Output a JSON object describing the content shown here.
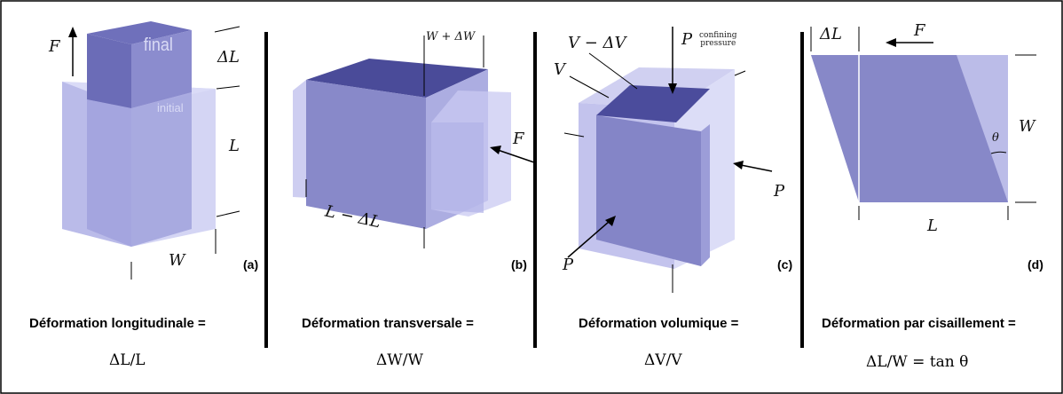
{
  "panels": [
    {
      "tag": "(a)",
      "heading": "Déformation longitudinale  =",
      "formula": "ΔL/L",
      "labels": {
        "force": "F",
        "delta": "ΔL",
        "length": "L",
        "width": "W",
        "final": "final",
        "initial": "initial"
      }
    },
    {
      "tag": "(b)",
      "heading": "Déformation transversale  =",
      "formula": "ΔW/W",
      "labels": {
        "width_change": "W + ΔW",
        "force": "F",
        "length": "L − ΔL"
      }
    },
    {
      "tag": "(c)",
      "heading": "Déformation volumique  =",
      "formula": "ΔV/V",
      "labels": {
        "volume_change": "V − ΔV",
        "volume": "V",
        "pressure_top": "P",
        "confining_1": "confining",
        "confining_2": "pressure",
        "pressure_right": "P",
        "pressure_bottom": "P"
      }
    },
    {
      "tag": "(d)",
      "heading": "Déformation par cisaillement  =",
      "formula": "ΔL/W =  tan θ",
      "labels": {
        "delta": "ΔL",
        "force": "F",
        "width": "W",
        "angle": "θ",
        "length": "L"
      }
    }
  ],
  "colors": {
    "light_face": "#c8c9f0",
    "mid_face": "#8c8dcc",
    "dark_face": "#4d4e9a",
    "side_face": "#9596d4",
    "frame": "#000000"
  }
}
